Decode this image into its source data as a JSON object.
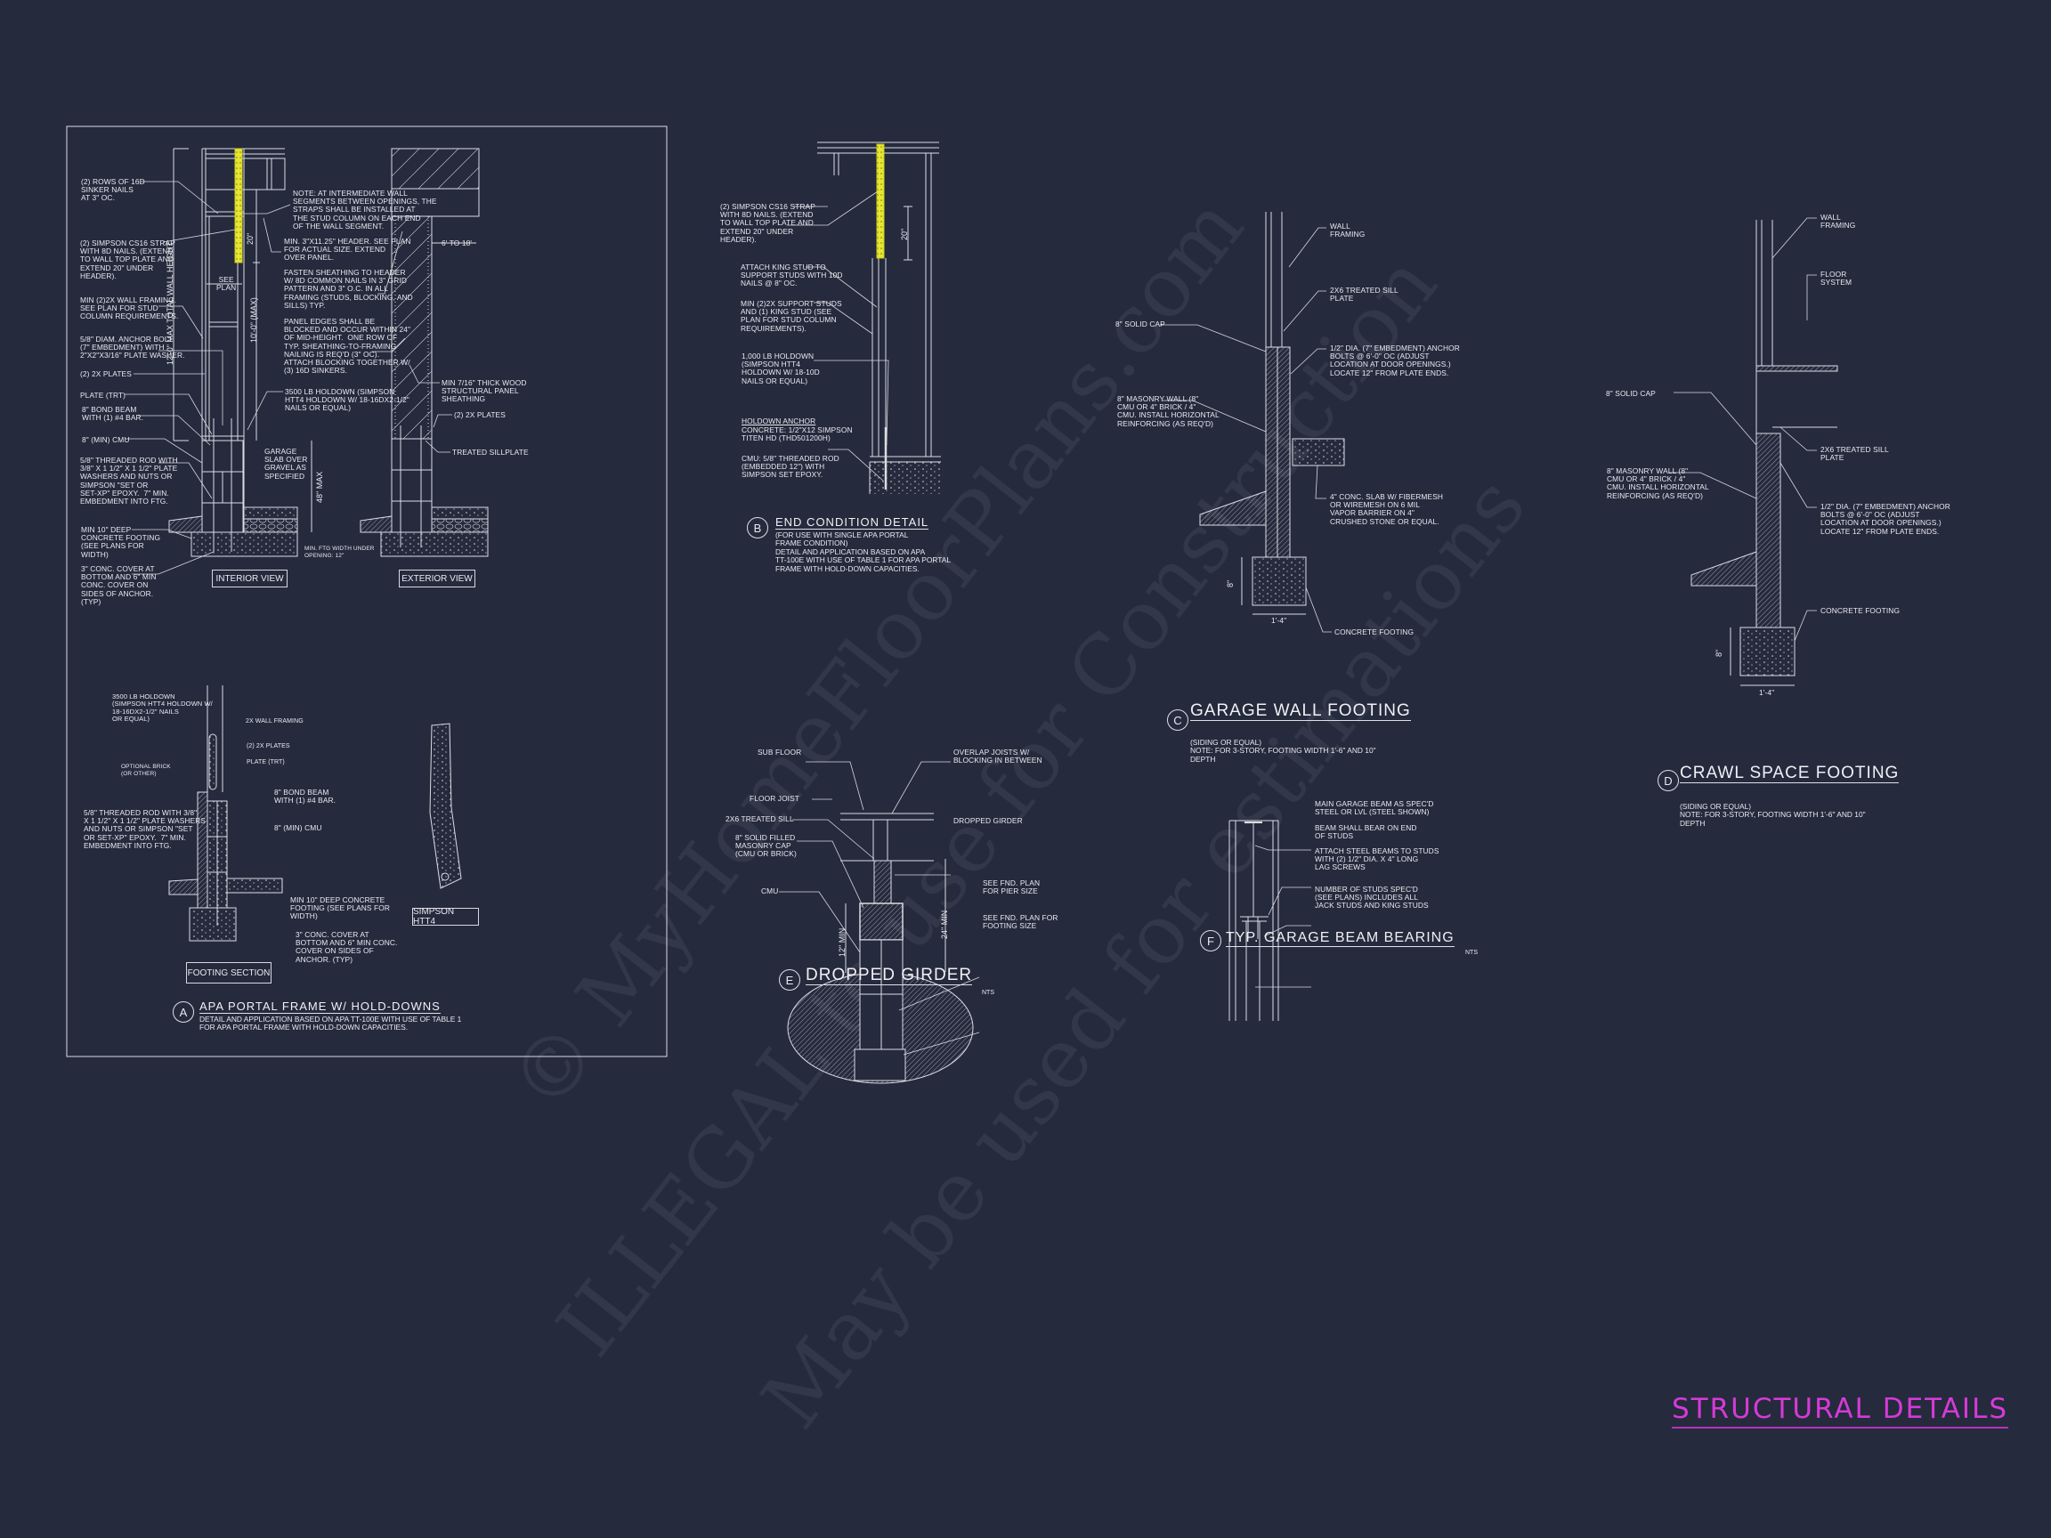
{
  "sheet": {
    "title": "STRUCTURAL DETAILS",
    "accent_color": "#d63ad8",
    "background_color": "#252a3d",
    "strap_color": "#e6e632"
  },
  "watermark": {
    "line1": "© MyHomeFloorPlans.com",
    "line2": "ILLEGAL to use for Construction",
    "line3": "May be used for estimations"
  },
  "detail_a": {
    "marker": "A",
    "title": "APA PORTAL FRAME W/ HOLD-DOWNS",
    "subtitle": "DETAIL AND APPLICATION BASED ON APA TT-100E WITH USE OF TABLE 1\nFOR APA PORTAL FRAME WITH HOLD-DOWN CAPACITIES.",
    "interior_view": "INTERIOR VIEW",
    "exterior_view": "EXTERIOR VIEW",
    "footing_section": "FOOTING SECTION",
    "simpson_htt4": "SIMPSON HTT4",
    "labels": {
      "rows_nails": "(2) ROWS OF 16d\nSINKER NAILS\nAT 3\" OC.",
      "cs16_strap": "(2) SIMPSON CS16 STRAP\nWITH 8d NAILS. (EXTEND\nTO WALL TOP PLATE AND\nEXTEND 20\" UNDER\nHEADER).",
      "wall_framing": "MIN (2)2X WALL FRAMING.\nSEE PLAN FOR STUD\nCOLUMN REQUIREMENTS.",
      "anchor_bolt": "5/8\" DIAM. ANCHOR BOLT\n(7\" EMBEDMENT) WITH\n2\"x2\"x3/16\" PLATE WASHER.",
      "plates": "(2) 2x PLATES",
      "plate_trt": "PLATE (TRT)",
      "bond_beam": "8\" BOND BEAM\nWITH (1) #4 BAR.",
      "cmu": "8\" (MIN) CMU",
      "threaded_rod": "5/8\" THREADED ROD WITH\n3/8\" x 1 1/2\" x 1 1/2\" PLATE\nWASHERS AND NUTS OR\nSIMPSON \"SET OR\nSET-XP\" EPOXY.  7\" MIN.\nEMBEDMENT INTO FTG.",
      "min_footing": "MIN 10\" DEEP\nCONCRETE FOOTING\n(SEE PLANS FOR\nWIDTH)",
      "conc_cover": "3\" CONC. COVER AT\nBOTTOM AND 6\" MIN\nCONC. COVER ON\nSIDES OF ANCHOR.\n(TYP)",
      "note_intermediate": "NOTE: AT INTERMEDIATE WALL\nSEGMENTS BETWEEN OPENINGS, THE\nSTRAPS SHALL BE INSTALLED AT\nTHE STUD COLUMN ON EACH END\nOF THE WALL SEGMENT.",
      "header": "MIN. 3\"x11.25\" HEADER. SEE PLAN\nFOR ACTUAL SIZE. EXTEND\nOVER PANEL.",
      "fasten_sheathing": "FASTEN SHEATHING TO HEADER\nW/ 8d COMMON NAILS IN 3\" GRID\nPATTERN AND 3\" O.C. IN ALL\nFRAMING (STUDS, BLOCKING, AND\nSILLS) TYP.",
      "panel_edges": "PANEL EDGES SHALL BE\nBLOCKED AND OCCUR WITHIN 24\"\nOF MID-HEIGHT.  ONE ROW OF\nTYP. SHEATHING-TO-FRAMING\nNAILING IS REQ'D (3\" OC).\nATTACH BLOCKING TOGETHER W/\n(3) 16d SINKERS.",
      "holdown_3500": "3500 LB HOLDOWN (SIMPSON\nHTT4 HOLDOWN W/ 18-16dx2-1/2\"\nNAILS OR EQUAL)",
      "garage_slab": "GARAGE\nSLAB OVER\nGRAVEL AS\nSPECIFIED",
      "min_ftg_width": "MIN. FTG WIDTH UNDER\nOPENING: 12\"",
      "six_to_18": "6' TO 18'",
      "panel_sheathing": "MIN 7/16\" THICK WOOD\nSTRUCTURAL PANEL\nSHEATHING",
      "plates_ext": "(2) 2x PLATES",
      "treated_sillplate": "TREATED SILLPLATE",
      "see_plan": "SEE\nPLAN",
      "dim_total_height": "12'-0\" MAX TOTAL WALL HEIGHT",
      "dim_10ft": "10'-0\" (MAX)",
      "dim_20": "20\"",
      "dim_48": "48\" MAX",
      "fs_holdown": "3500 LB HOLDOWN\n(SIMPSON HTT4 HOLDOWN W/\n18-16dx2-1/2\" NAILS\nOR EQUAL)",
      "fs_wall_framing": "2X WALL FRAMING",
      "fs_plates": "(2) 2x PLATES",
      "fs_plate_trt": "PLATE (TRT)",
      "fs_optional_brick": "OPTIONAL BRICK\n(OR OTHER)",
      "fs_bond_beam": "8\" BOND BEAM\nWITH (1) #4 BAR.",
      "fs_cmu": "8\" (MIN) CMU",
      "fs_threaded_rod": "5/8\" THREADED ROD WITH 3/8\"\nx 1 1/2\" x 1 1/2\" PLATE WASHERS\nAND NUTS OR SIMPSON \"SET\nOR SET-XP\" EPOXY.  7\" MIN.\nEMBEDMENT INTO FTG.",
      "fs_min_footing": "MIN 10\" DEEP CONCRETE\nFOOTING (SEE PLANS FOR\nWIDTH)",
      "fs_conc_cover": "3\" CONC. COVER AT\nBOTTOM AND 6\" MIN CONC.\nCOVER ON SIDES OF\nANCHOR. (TYP)"
    }
  },
  "detail_b": {
    "marker": "B",
    "title": "END CONDITION DETAIL",
    "subtitle": "(FOR USE WITH SINGLE APA PORTAL\nFRAME CONDITION)\nDETAIL AND APPLICATION BASED ON APA\nTT-100E WITH USE OF TABLE 1 FOR APA PORTAL\nFRAME WITH HOLD-DOWN CAPACITIES.",
    "labels": {
      "cs16_strap": "(2) SIMPSON CS16 STRAP\nWITH 8d NAILS. (EXTEND\nTO WALL TOP PLATE AND\nEXTEND 20\" UNDER\nHEADER).",
      "king_stud": "ATTACH KING STUD TO\nSUPPORT STUDS WITH 10d\nNAILS @ 8\" OC.",
      "support_studs": "MIN (2)2X SUPPORT STUDS\nAND (1) KING STUD (SEE\nPLAN FOR STUD COLUMN\nREQUIREMENTS).",
      "holdown_1000": "1,000 LB HOLDOWN\n(SIMPSON HTT4\nHOLDOWN W/ 18-10d\nNAILS OR EQUAL)",
      "holdown_anchor": "HOLDOWN ANCHOR",
      "anchor_concrete": "CONCRETE: 1/2\"x12 SIMPSON\nTITEN HD (THD501200H)",
      "anchor_cmu": "CMU: 5/8\" THREADED ROD\n(EMBEDDED 12\") WITH\nSIMPSON SET EPOXY.",
      "dim_20": "20\""
    }
  },
  "detail_c": {
    "marker": "C",
    "title": "GARAGE WALL FOOTING",
    "subtitle": "(SIDING OR EQUAL)\nNOTE: FOR 3-STORY, FOOTING WIDTH 1'-6\" AND 10\"\nDEPTH",
    "labels": {
      "wall_framing": "WALL\nFRAMING",
      "sill_plate": "2x6 TREATED SILL\nPLATE",
      "solid_cap": "8\" SOLID CAP",
      "anchor_bolts": "1/2\" DIA. (7\" EMBEDMENT) ANCHOR\nBOLTS @ 6'-0\" OC (ADJUST\nLOCATION AT DOOR OPENINGS.)\nLOCATE 12\" FROM PLATE ENDS.",
      "masonry_wall": "8\" MASONRY WALL (8\"\nCMU OR 4\" BRICK / 4\"\nCMU. INSTALL HORIZONTAL\nREINFORCING (AS REQ'D)",
      "conc_slab": "4\" CONC. SLAB w/ FIBERMESH\nOR WIREMESH ON 6 MIL\nVAPOR BARRIER ON 4\"\nCRUSHED STONE OR EQUAL.",
      "concrete_footing": "CONCRETE FOOTING",
      "dim_8": "8\"",
      "dim_width": "1'-4\""
    }
  },
  "detail_d": {
    "marker": "D",
    "title": "CRAWL SPACE FOOTING",
    "subtitle": "(SIDING OR EQUAL)\nNOTE: FOR 3-STORY, FOOTING WIDTH 1'-6\" AND 10\"\nDEPTH",
    "labels": {
      "wall_framing": "WALL\nFRAMING",
      "floor_system": "FLOOR\nSYSTEM",
      "solid_cap": "8\" SOLID CAP",
      "sill_plate": "2x6 TREATED SILL\nPLATE",
      "masonry_wall": "8\" MASONRY WALL (8\"\nCMU OR 4\" BRICK / 4\"\nCMU. INSTALL HORIZONTAL\nREINFORCING (AS REQ'D)",
      "anchor_bolts": "1/2\" DIA. (7\" EMBEDMENT) ANCHOR\nBOLTS @ 6'-0\" OC (ADJUST\nLOCATION AT DOOR OPENINGS.)\nLOCATE 12\" FROM PLATE ENDS.",
      "concrete_footing": "CONCRETE FOOTING",
      "dim_8": "8\"",
      "dim_width": "1'-4\""
    }
  },
  "detail_e": {
    "marker": "E",
    "title": "DROPPED GIRDER",
    "nts": "NTS",
    "labels": {
      "sub_floor": "SUB FLOOR",
      "overlap_joists": "OVERLAP JOISTS W/\nBLOCKING IN BETWEEN",
      "floor_joist": "FLOOR JOIST",
      "treated_sill": "2x6 TREATED SILL",
      "dropped_girder": "DROPPED GIRDER",
      "masonry_cap": "8\" SOLID FILLED\nMASONRY CAP\n(CMU OR BRICK)",
      "cmu": "CMU",
      "pier_size": "SEE FND. PLAN\nFOR PIER SIZE",
      "footing_size": "SEE FND. PLAN FOR\nFOOTING SIZE",
      "dim_12": "12\" MIN",
      "dim_24": "24\" MIN"
    }
  },
  "detail_f": {
    "marker": "F",
    "title": "TYP. GARAGE BEAM BEARING",
    "nts": "NTS",
    "labels": {
      "main_beam": "MAIN GARAGE BEAM AS SPEC'D\nSTEEL OR LVL (STEEL SHOWN)",
      "bear_on_studs": "BEAM SHALL BEAR ON END\nOF STUDS",
      "attach_beams": "ATTACH STEEL BEAMS TO STUDS\nWITH (2) 1/2\" DIA. x 4\" LONG\nLAG SCREWS",
      "number_studs": "NUMBER OF STUDS SPEC'D\n(SEE PLANS) INCLUDES ALL\nJACK STUDS AND KING STUDS"
    }
  }
}
